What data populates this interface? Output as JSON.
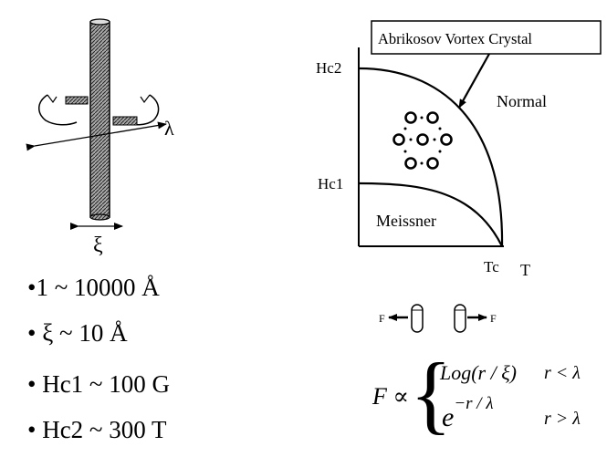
{
  "vortex": {
    "lambda_symbol": "λ",
    "xi_symbol": "ξ"
  },
  "bullets": [
    "•1 ~ 10000 Å",
    "• ξ ~ 10 Å",
    "• Hc1 ~ 100 G",
    "• Hc2 ~ 300 T"
  ],
  "phase_diagram": {
    "label_hc2": "Hc2",
    "label_hc1": "Hc1",
    "label_tc": "Tc",
    "label_t": "T",
    "label_normal": "Normal",
    "label_meissner": "Meissner",
    "callout": "Abrikosov Vortex Crystal"
  },
  "force_diagram": {
    "left_label": "F",
    "right_label": "F"
  },
  "formula": {
    "lhs": "F ∝",
    "case1_expr": "Log(r / ξ)",
    "case1_cond": "r < λ",
    "case2_base": "e",
    "case2_exp": "−r / λ",
    "case2_cond": "r > λ"
  }
}
